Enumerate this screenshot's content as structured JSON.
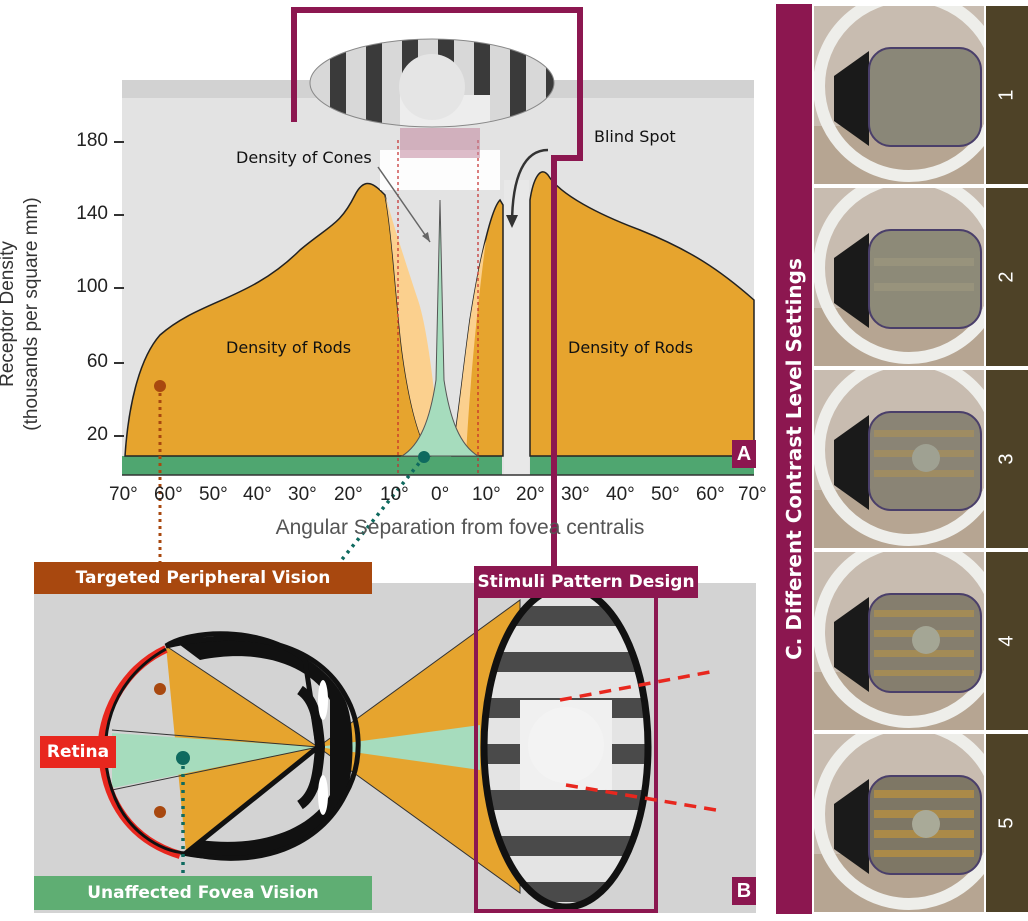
{
  "panel_a": {
    "y_axis_label_1": "Receptor Density",
    "y_axis_label_2": "(thousands per square mm)",
    "y_ticks": [
      "180",
      "140",
      "100",
      "60",
      "20"
    ],
    "x_ticks": [
      "70°",
      "60°",
      "50°",
      "40°",
      "30°",
      "20°",
      "10°",
      "0°",
      "10°",
      "20°",
      "30°",
      "40°",
      "50°",
      "60°",
      "70°"
    ],
    "x_axis_label": "Angular Separation from fovea centralis",
    "label_cones": "Density of Cones",
    "label_blind_spot": "Blind Spot",
    "label_rods_left": "Density of Rods",
    "label_rods_right": "Density of Rods",
    "tag": "A"
  },
  "panel_b": {
    "banner_peripheral": "Targeted Peripheral Vision",
    "banner_stimuli": "Stimuli Pattern Design",
    "label_retina": "Retina",
    "banner_fovea": "Unaffected Fovea Vision",
    "tag": "B"
  },
  "panel_c": {
    "title": "C. Different Contrast Level Settings",
    "levels": [
      "1",
      "2",
      "3",
      "4",
      "5"
    ]
  },
  "colors": {
    "rods": "#e6a42e",
    "cones": "#a6dcbd",
    "fovea_band": "#4fa670",
    "accent": "#8c1750",
    "peripheral": "#a8480f",
    "retina": "#e8271e",
    "fovea_banner": "#5fae73"
  }
}
